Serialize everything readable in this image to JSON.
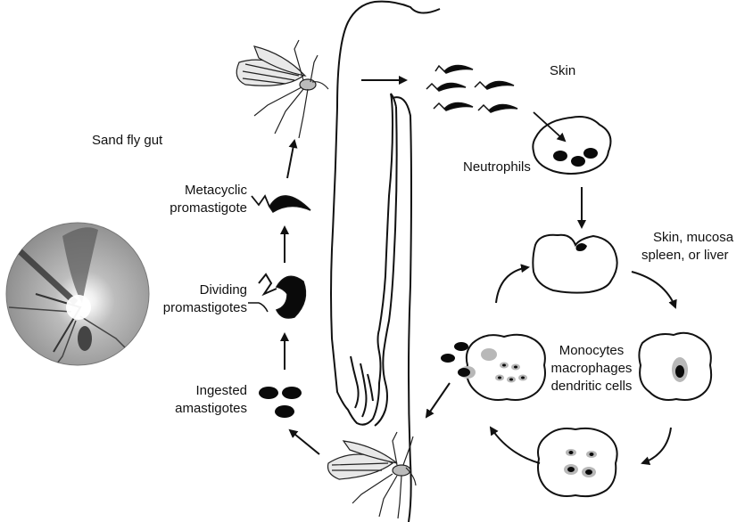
{
  "labels": {
    "sand_fly_gut": "Sand fly gut",
    "skin": "Skin",
    "neutrophils": "Neutrophils",
    "metacyclic_1": "Metacyclic",
    "metacyclic_2": "promastigote",
    "dividing_1": "Dividing",
    "dividing_2": "promastigotes",
    "ingested_1": "Ingested",
    "ingested_2": "amastigotes",
    "tissue_1": "Skin, mucosa",
    "tissue_2": "spleen, or liver",
    "monocytes_1": "Monocytes",
    "monocytes_2": "macrophages",
    "monocytes_3": "dendritic cells"
  },
  "colors": {
    "stroke": "#111111",
    "fill_dark": "#0a0a0a",
    "fill_gray": "#b8b8b8",
    "photo_bg": "#9a9a9a"
  },
  "icons": [
    "sand-fly-icon",
    "human-arm-icon",
    "promastigote-icon",
    "amastigote-icon",
    "macrophage-icon",
    "neutrophil-icon",
    "sand-fly-photo"
  ]
}
